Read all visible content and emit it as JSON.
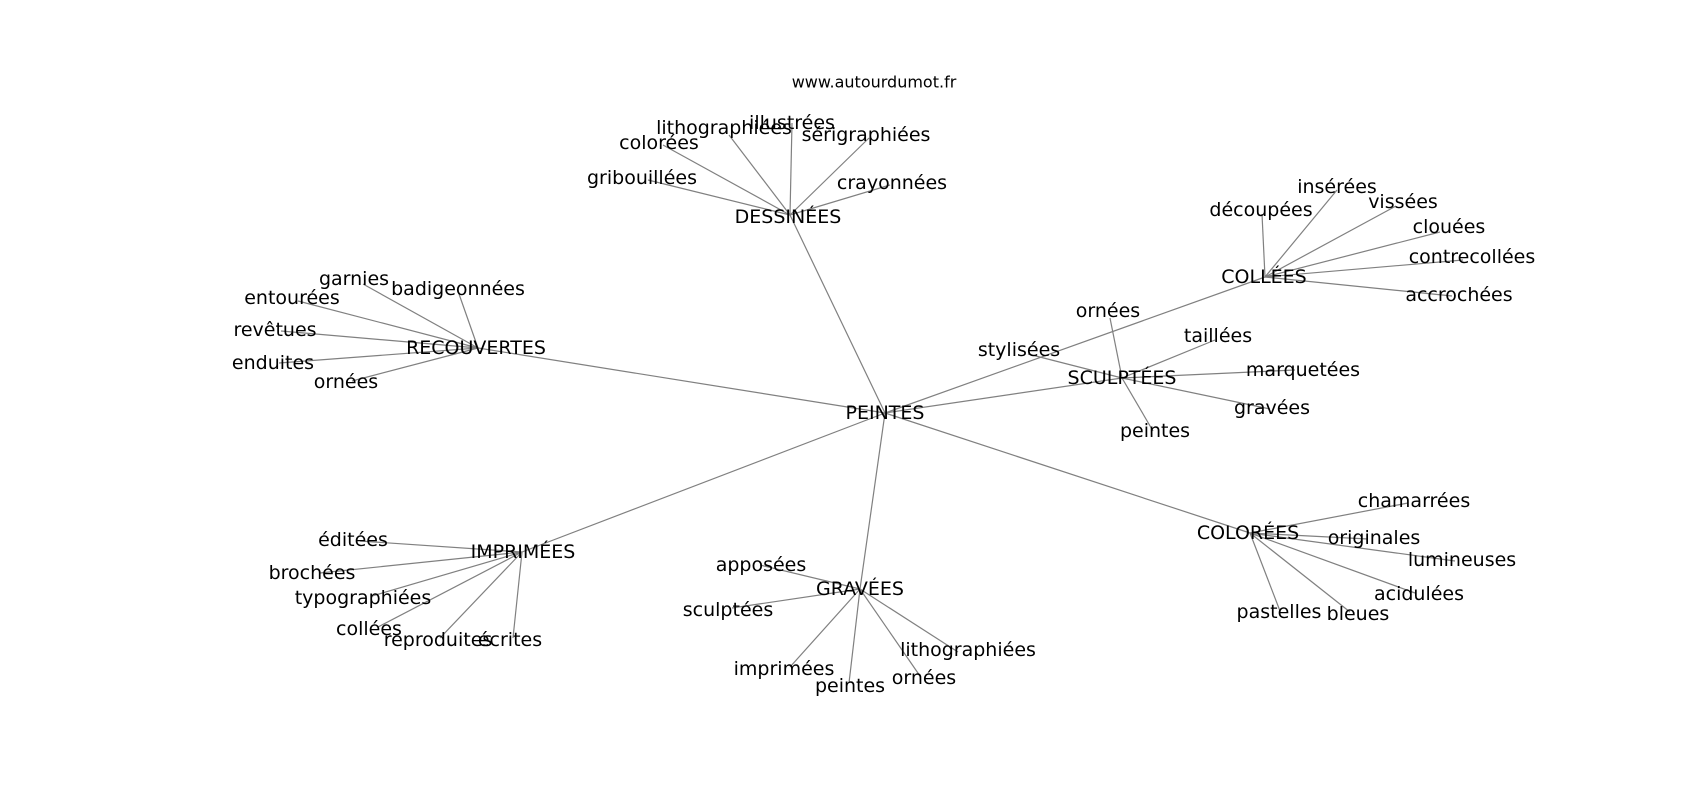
{
  "site": "www.autourdumot.fr",
  "graph": {
    "center": "PEINTES",
    "hubs": [
      {
        "label": "DESSINÉES",
        "leaves": [
          "illustrées",
          "lithographiées",
          "sérigraphiées",
          "colorées",
          "gribouillées",
          "crayonnées"
        ]
      },
      {
        "label": "RECOUVERTES",
        "leaves": [
          "garnies",
          "badigeonnées",
          "entourées",
          "revêtues",
          "enduites",
          "ornées"
        ]
      },
      {
        "label": "COLLÉES",
        "leaves": [
          "insérées",
          "vissées",
          "découpées",
          "clouées",
          "contrecollées",
          "accrochées"
        ]
      },
      {
        "label": "SCULPTÉES",
        "leaves": [
          "ornées",
          "stylisées",
          "taillées",
          "marquetées",
          "gravées",
          "peintes"
        ]
      },
      {
        "label": "COLORÉES",
        "leaves": [
          "chamarrées",
          "originales",
          "lumineuses",
          "acidulées",
          "bleues",
          "pastelles"
        ]
      },
      {
        "label": "IMPRIMÉES",
        "leaves": [
          "éditées",
          "brochées",
          "typographiées",
          "collées",
          "reproduites",
          "écrites"
        ]
      },
      {
        "label": "GRAVÉES",
        "leaves": [
          "apposées",
          "sculptées",
          "lithographiées",
          "imprimées",
          "peintes",
          "ornées"
        ]
      }
    ]
  }
}
